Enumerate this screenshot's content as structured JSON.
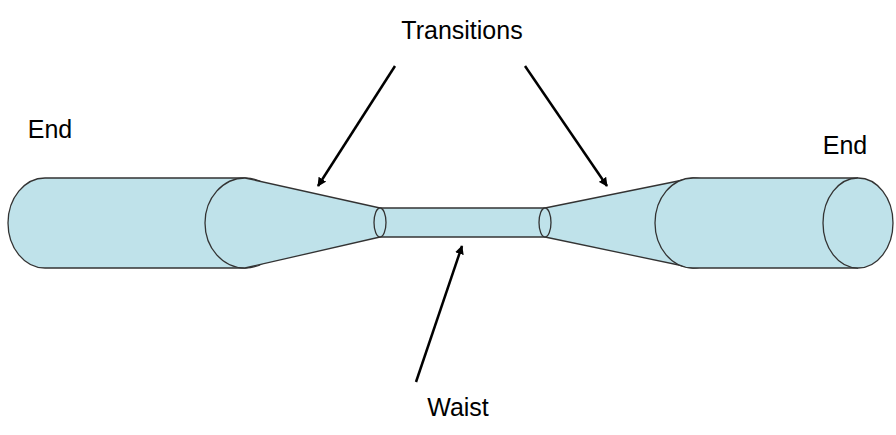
{
  "diagram": {
    "labels": [
      "Transitions",
      "End",
      "End",
      "Waist"
    ]
  }
}
